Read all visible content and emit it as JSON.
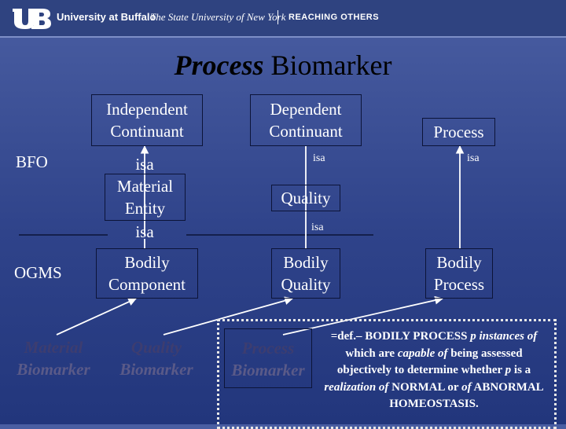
{
  "banner": {
    "university": "University at Buffalo",
    "subtitle": "The State University of New York",
    "separator": "|",
    "tagline": "REACHING OTHERS"
  },
  "title": {
    "emphasis": "Process",
    "rest": "Biomarker"
  },
  "rows": {
    "bfo": "BFO",
    "ogms": "OGMS"
  },
  "nodes": {
    "independent_continuant": "Independent Continuant",
    "dependent_continuant": "Dependent Continuant",
    "process": "Process",
    "material_entity": "Material Entity",
    "quality": "Quality",
    "bodily_component": "Bodily Component",
    "bodily_quality": "Bodily Quality",
    "bodily_process": "Bodily Process"
  },
  "isa": {
    "independent_to_material": "isa",
    "material_to_component": "isa",
    "dependent_to_quality": "isa",
    "process_to_bodily": "isa",
    "quality_to_bodily": "isa"
  },
  "biomarkers": {
    "material": {
      "word": "Material",
      "suffix": "Biomarker"
    },
    "quality": {
      "word": "Quality",
      "suffix": "Biomarker"
    },
    "process": {
      "word": "Process",
      "suffix": "Biomarker"
    }
  },
  "definition": {
    "p1": "=def.– BODILY PROCESS ",
    "p2": "p",
    "p3": "instances of",
    "p4": " which are ",
    "p5": "capable of",
    "p6": " being assessed objectively to determine whether ",
    "p7": "p",
    "p8": " is a ",
    "p9": "realization of",
    "p10": " NORMAL or ",
    "p11": "of",
    "p12": " ABNORMAL HOMEOSTASIS."
  },
  "colors": {
    "background": "#2f438a",
    "banner": "#2f4380",
    "title": "#000000",
    "node_text": "#ffffff",
    "biomarker_text": "#5a5a88"
  }
}
